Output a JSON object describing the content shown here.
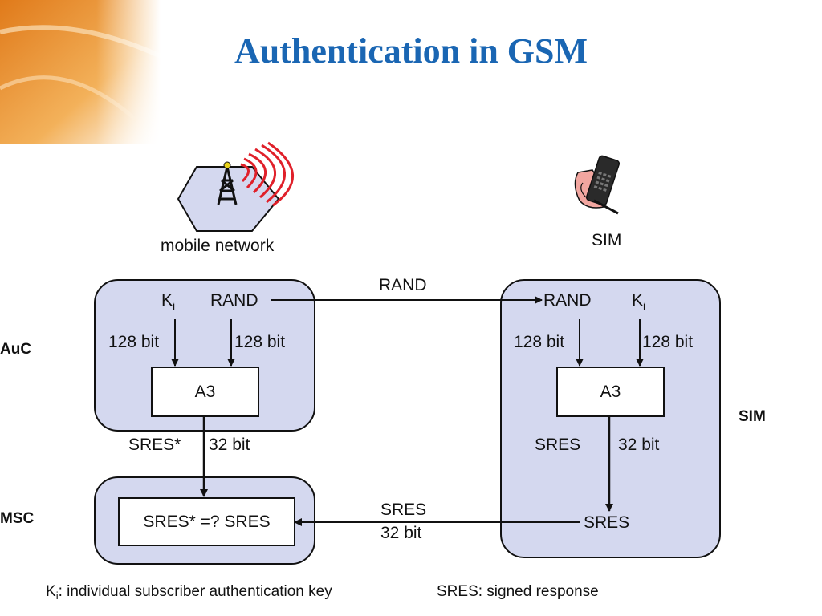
{
  "title": "Authentication in GSM",
  "network_label": "mobile network",
  "sim_top_label": "SIM",
  "side_labels": {
    "auc": "AuC",
    "msc": "MSC",
    "sim": "SIM"
  },
  "auc": {
    "ki_letter": "K",
    "ki_sub": "i",
    "rand": "RAND",
    "bits_left": "128 bit",
    "bits_right": "128 bit",
    "algo": "A3"
  },
  "sim": {
    "rand": "RAND",
    "ki_letter": "K",
    "ki_sub": "i",
    "bits_left": "128 bit",
    "bits_right": "128 bit",
    "algo": "A3",
    "sres": "SRES",
    "sres_bits": "32 bit",
    "sres_result": "SRES"
  },
  "link": {
    "rand": "RAND",
    "sres": "SRES",
    "sres_bits": "32 bit"
  },
  "auc_out": {
    "sres_star": "SRES*",
    "bits": "32 bit"
  },
  "msc": {
    "compare": "SRES* =? SRES"
  },
  "legend": {
    "ki_letter": "K",
    "ki_sub": "i",
    "ki_text": ": individual subscriber authentication key",
    "sres_text": "SRES: signed response"
  },
  "colors": {
    "title": "#1a66b3",
    "panel_fill": "#d4d8ef",
    "waves": "#e0202a"
  }
}
